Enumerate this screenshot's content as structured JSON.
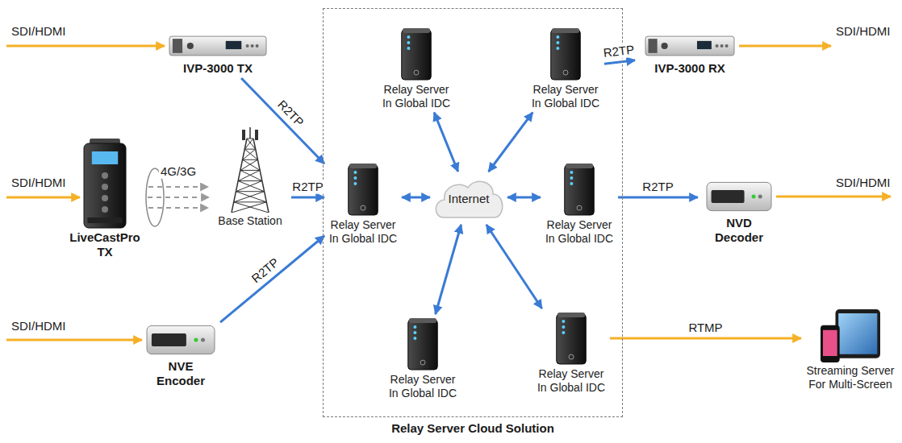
{
  "diagram": {
    "nodes": [
      {
        "text": [
          "IVP-3000 TX"
        ]
      },
      {
        "text": [
          "LiveCastPro TX"
        ]
      },
      {
        "text": [
          "Base Station"
        ]
      },
      {
        "text": [
          "NVE Encoder"
        ]
      },
      {
        "text": [
          "Relay Server Cloud Solution"
        ]
      },
      {
        "text": [
          "Relay Server In Global IDC"
        ],
        "in": 4
      },
      {
        "text": [
          "Relay Server In Global IDC"
        ],
        "in": 4
      },
      {
        "text": [
          "Relay Server In Global IDC"
        ],
        "in": 4
      },
      {
        "text": [
          "Internet"
        ],
        "in": 4
      },
      {
        "text": [
          "Relay Server In Global IDC"
        ],
        "in": 4
      },
      {
        "text": [
          "Relay Server In Global IDC"
        ],
        "in": 4
      },
      {
        "text": [
          "Relay Server In Global IDC"
        ],
        "in": 4
      },
      {
        "text": [
          "IVP-3000 RX"
        ]
      },
      {
        "text": [
          "NVD Decoder"
        ]
      },
      {
        "text": [
          "Streaming Server For Multi-Screen"
        ]
      }
    ],
    "edges": [
      {
        "from": 0,
        "to": 5,
        "arrow": "to",
        "label": "R2TP"
      },
      {
        "from": 1,
        "to": 2,
        "arrow": "to",
        "label": "4G/3G"
      },
      {
        "from": 2,
        "to": 5,
        "arrow": "to",
        "label": "R2TP"
      },
      {
        "from": 3,
        "to": 5,
        "arrow": "to",
        "label": "R2TP"
      },
      {
        "from": 5,
        "to": 8,
        "arrow": "both"
      },
      {
        "from": 6,
        "to": 8,
        "arrow": "both"
      },
      {
        "from": 7,
        "to": 8,
        "arrow": "both"
      },
      {
        "from": 9,
        "to": 8,
        "arrow": "both"
      },
      {
        "from": 10,
        "to": 8,
        "arrow": "both"
      },
      {
        "from": 11,
        "to": 8,
        "arrow": "both"
      },
      {
        "from": 7,
        "to": 12,
        "arrow": "to",
        "label": "R2TP"
      },
      {
        "from": 9,
        "to": 13,
        "arrow": "to",
        "label": "R2TP"
      },
      {
        "from": 11,
        "to": 14,
        "arrow": "to",
        "label": "RTMP"
      }
    ],
    "labels": [
      "SDI/HDMI",
      "SDI/HDMI",
      "SDI/HDMI",
      "SDI/HDMI",
      "SDI/HDMI"
    ]
  }
}
